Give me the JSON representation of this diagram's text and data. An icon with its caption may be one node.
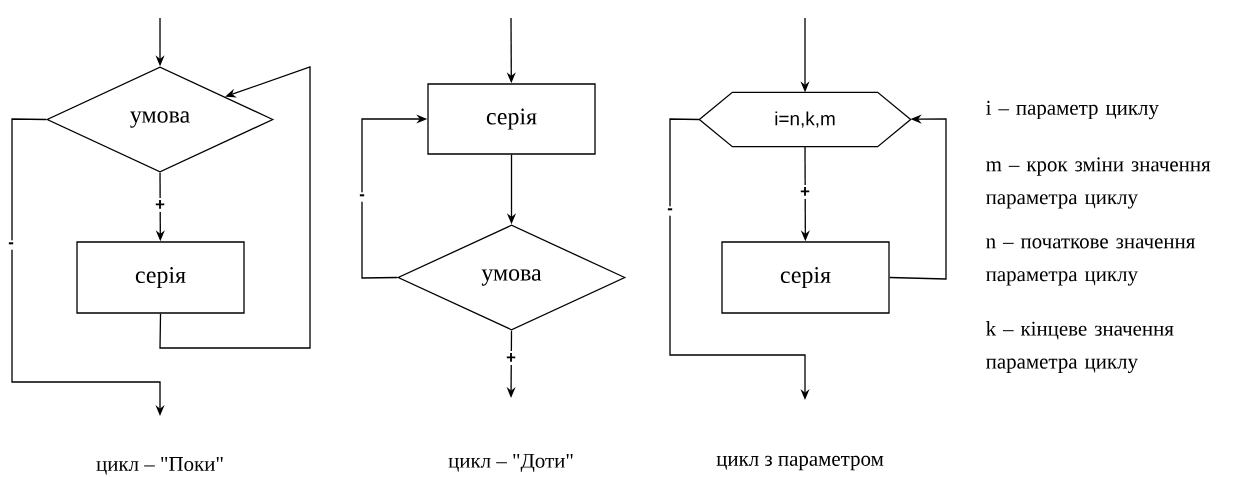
{
  "diagram": {
    "nodes": [
      {
        "text": [
          "умова"
        ]
      },
      {
        "text": [
          "серія"
        ]
      },
      {
        "text": [
          "серія"
        ]
      },
      {
        "text": [
          "умова"
        ]
      },
      {
        "text": [
          "i=n,k,m"
        ]
      },
      {
        "text": [
          "серія"
        ]
      }
    ],
    "edges": [
      {
        "from": null,
        "to": 0,
        "arrow": "to"
      },
      {
        "from": 0,
        "to": 1,
        "arrow": "to",
        "label": "+"
      },
      {
        "from": 1,
        "to": 0,
        "arrow": "to"
      },
      {
        "from": 0,
        "to": null,
        "arrow": "to",
        "label": "-"
      },
      {
        "from": null,
        "to": 2,
        "arrow": "to"
      },
      {
        "from": 2,
        "to": 3,
        "arrow": "to"
      },
      {
        "from": 3,
        "to": 2,
        "arrow": "to",
        "label": "-"
      },
      {
        "from": 3,
        "to": null,
        "arrow": "to",
        "label": "+"
      },
      {
        "from": null,
        "to": 4,
        "arrow": "to"
      },
      {
        "from": 4,
        "to": 5,
        "arrow": "to",
        "label": "+"
      },
      {
        "from": 5,
        "to": 4,
        "arrow": "to"
      },
      {
        "from": 4,
        "to": null,
        "arrow": "to",
        "label": "-"
      }
    ],
    "labels": [
      "i – параметр циклу",
      "m – крок зміни значення параметра циклу",
      "n – початкове значення параметра циклу",
      "k – кінцеве значення параметра циклу",
      "цикл – \"Поки\"",
      "цикл – \"Доти\"",
      "цикл з параметром"
    ]
  }
}
